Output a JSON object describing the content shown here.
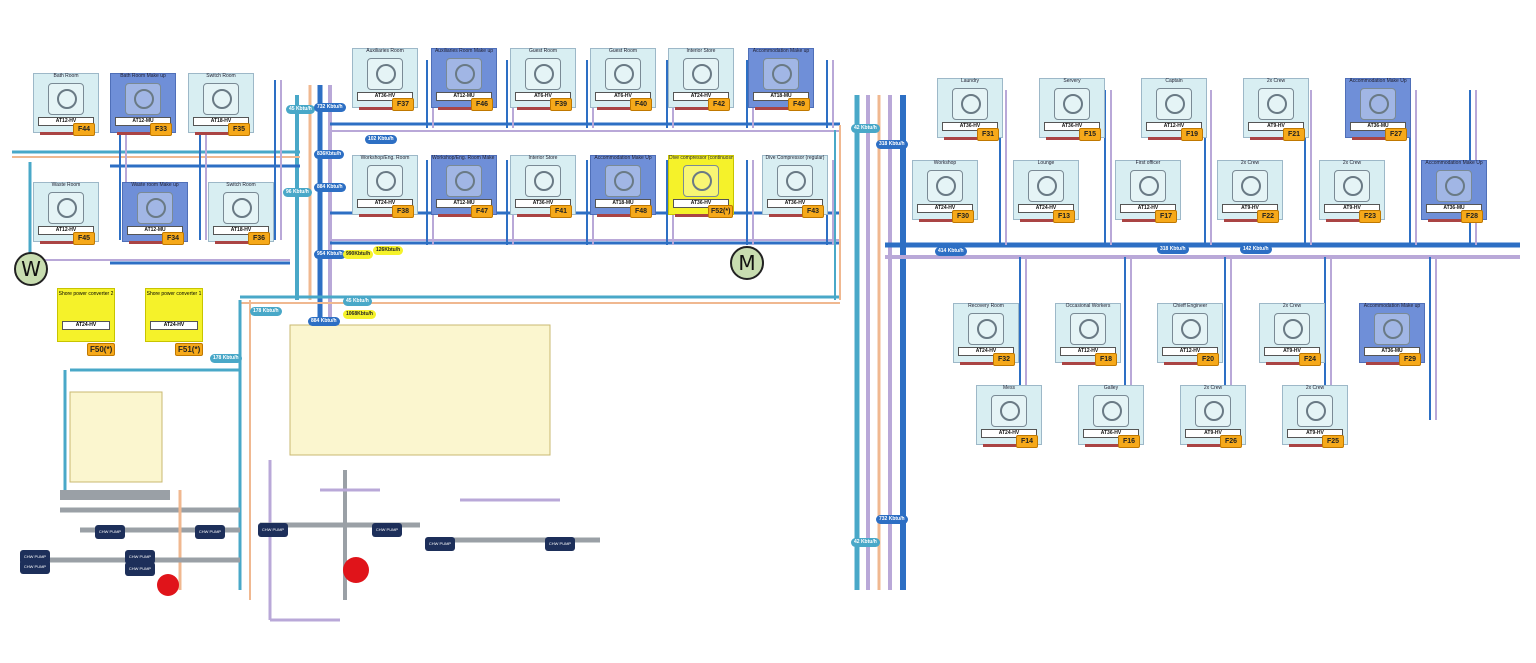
{
  "units": [
    {
      "id": "u-bathroom",
      "room": "Bath Room",
      "model": "AT12-HV",
      "tag": "F44",
      "kind": "hv"
    },
    {
      "id": "u-bathmu",
      "room": "Bath Room Make up",
      "model": "AT12-MU",
      "tag": "F33",
      "kind": "mu"
    },
    {
      "id": "u-switch1",
      "room": "Switch Room",
      "model": "AT18-HV",
      "tag": "F35",
      "kind": "hv"
    },
    {
      "id": "u-waste",
      "room": "Waste Room",
      "model": "AT12-HV",
      "tag": "F45",
      "kind": "hv"
    },
    {
      "id": "u-wastemu",
      "room": "Waste room Make up",
      "model": "AT12-MU",
      "tag": "F34",
      "kind": "mu"
    },
    {
      "id": "u-switch2",
      "room": "Switch Room",
      "model": "AT18-HV",
      "tag": "F36",
      "kind": "hv"
    },
    {
      "id": "u-aux",
      "room": "Auxiliaries Room",
      "model": "AT36-HV",
      "tag": "F37",
      "kind": "hv"
    },
    {
      "id": "u-auxmu",
      "room": "Auxiliaries Room Make up",
      "model": "AT12-MU",
      "tag": "F46",
      "kind": "mu"
    },
    {
      "id": "u-guest1",
      "room": "Guest Room",
      "model": "AT6-HV",
      "tag": "F39",
      "kind": "hv"
    },
    {
      "id": "u-guest2",
      "room": "Guest Room",
      "model": "AT6-HV",
      "tag": "F40",
      "kind": "hv"
    },
    {
      "id": "u-intstore1",
      "room": "Interior Store",
      "model": "AT24-HV",
      "tag": "F42",
      "kind": "hv"
    },
    {
      "id": "u-accmu1",
      "room": "Accommodation Make up",
      "model": "AT18-MU",
      "tag": "F49",
      "kind": "mu"
    },
    {
      "id": "u-workshop1",
      "room": "Workshop/Eng. Room",
      "model": "AT24-HV",
      "tag": "F38",
      "kind": "hv"
    },
    {
      "id": "u-workshopmu",
      "room": "Workshop/Eng. Room Make up",
      "model": "AT12-MU",
      "tag": "F47",
      "kind": "mu"
    },
    {
      "id": "u-intstore2",
      "room": "Interior Store",
      "model": "AT36-HV",
      "tag": "F41",
      "kind": "hv"
    },
    {
      "id": "u-accmu2",
      "room": "Accommodation Make Up",
      "model": "AT18-MU",
      "tag": "F48",
      "kind": "mu"
    },
    {
      "id": "u-divecont",
      "room": "Dive compressor (continuosmente)",
      "model": "AT36-HV",
      "tag": "F52(*)",
      "kind": "yel"
    },
    {
      "id": "u-divereg",
      "room": "Dive Compressor (regular)",
      "model": "AT36-HV",
      "tag": "F43",
      "kind": "hv"
    },
    {
      "id": "u-laundry",
      "room": "Laundry",
      "model": "AT36-HV",
      "tag": "F31",
      "kind": "hv"
    },
    {
      "id": "u-servery",
      "room": "Servery",
      "model": "AT36-HV",
      "tag": "F15",
      "kind": "hv"
    },
    {
      "id": "u-captain",
      "room": "Captain",
      "model": "AT12-HV",
      "tag": "F19",
      "kind": "hv"
    },
    {
      "id": "u-crew1",
      "room": "2x Crew",
      "model": "AT9-HV",
      "tag": "F21",
      "kind": "hv"
    },
    {
      "id": "u-accmu3",
      "room": "Accommodation Make Up",
      "model": "AT36-MU",
      "tag": "F27",
      "kind": "mu"
    },
    {
      "id": "u-workshop2",
      "room": "Workshop",
      "model": "AT24-HV",
      "tag": "F30",
      "kind": "hv"
    },
    {
      "id": "u-lounge",
      "room": "Lounge",
      "model": "AT24-HV",
      "tag": "F13",
      "kind": "hv"
    },
    {
      "id": "u-firstoff",
      "room": "First officer",
      "model": "AT12-HV",
      "tag": "F17",
      "kind": "hv"
    },
    {
      "id": "u-crew2",
      "room": "2x Crew",
      "model": "AT9-HV",
      "tag": "F22",
      "kind": "hv"
    },
    {
      "id": "u-crew3",
      "room": "2x Crew",
      "model": "AT9-HV",
      "tag": "F23",
      "kind": "hv"
    },
    {
      "id": "u-accmu4",
      "room": "Accommodation Make Up",
      "model": "AT36-MU",
      "tag": "F28",
      "kind": "mu"
    },
    {
      "id": "u-recovery",
      "room": "Recovery Room",
      "model": "AT24-HV",
      "tag": "F32",
      "kind": "hv"
    },
    {
      "id": "u-occasional",
      "room": "Occasional Workers",
      "model": "AT12-HV",
      "tag": "F18",
      "kind": "hv"
    },
    {
      "id": "u-chief",
      "room": "Chieff Engineer",
      "model": "AT12-HV",
      "tag": "F20",
      "kind": "hv"
    },
    {
      "id": "u-crew4",
      "room": "2x Crew",
      "model": "AT9-HV",
      "tag": "F24",
      "kind": "hv"
    },
    {
      "id": "u-accmu5",
      "room": "Accommodation Make up",
      "model": "AT36-MU",
      "tag": "F29",
      "kind": "mu"
    },
    {
      "id": "u-mess",
      "room": "Mess",
      "model": "AT24-HV",
      "tag": "F14",
      "kind": "hv"
    },
    {
      "id": "u-galley",
      "room": "Galley",
      "model": "AT36-HV",
      "tag": "F16",
      "kind": "hv"
    },
    {
      "id": "u-crew5",
      "room": "2x Crew",
      "model": "AT9-HV",
      "tag": "F26",
      "kind": "hv"
    },
    {
      "id": "u-crew6",
      "room": "2x Crew",
      "model": "AT9-HV",
      "tag": "F25",
      "kind": "hv"
    }
  ],
  "converters": [
    {
      "room": "Shore power converter 2",
      "model": "AT24-HV",
      "tag": "F50(*)"
    },
    {
      "room": "Shore power converter 1",
      "model": "AT24-HV",
      "tag": "F51(*)"
    }
  ],
  "flows": {
    "f45": "45 Kbtu/h",
    "f732": "732 Kbtu/h",
    "f102": "102 Kbtu/h",
    "f836": "836Kbtu/h",
    "f884a": "884 Kbtu/h",
    "f96": "96 Kbtu/h",
    "f954": "954 Kbtu/h",
    "f990": "990Kbtu/h",
    "f126": "126Kbtu/h",
    "f1068": "1068Kbtu/h",
    "f884b": "884 Kbtu/h",
    "f178a": "178 Kbtu/h",
    "f178b": "178 Kbtu/h",
    "f45b": "45 Kbtu/h",
    "f42a": "42 Kbtu/h",
    "f318a": "318 Kbtu/h",
    "f414": "414 Kbtu/h",
    "f318b": "318 Kbtu/h",
    "f142": "142 Kbtu/h",
    "f732b": "732 Kbtu/h",
    "f42b": "42 Kbtu/h"
  },
  "motors": {
    "left": "W",
    "right": "M"
  },
  "pump_label": "CHW PUMP"
}
